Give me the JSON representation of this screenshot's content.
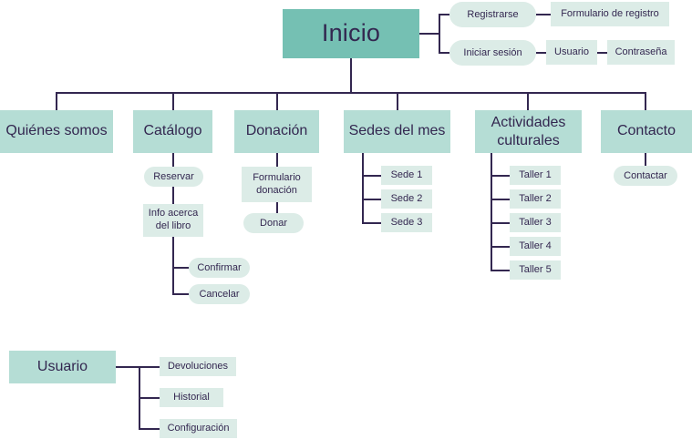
{
  "diagram": {
    "title": "Inicio",
    "root": {
      "label": "Inicio"
    },
    "auth": {
      "register": {
        "label": "Registrarse"
      },
      "register_form": {
        "label": "Formulario de registro"
      },
      "login": {
        "label": "Iniciar sesión"
      },
      "login_user": {
        "label": "Usuario"
      },
      "login_password": {
        "label": "Contraseña"
      }
    },
    "sections": [
      {
        "label": "Quiénes somos"
      },
      {
        "label": "Catálogo"
      },
      {
        "label": "Donación"
      },
      {
        "label": "Sedes del mes"
      },
      {
        "label": "Actividades culturales"
      },
      {
        "label": "Contacto"
      }
    ],
    "catalogo": {
      "reservar": {
        "label": "Reservar"
      },
      "info_libro": {
        "label": "Info acerca del libro"
      },
      "confirmar": {
        "label": "Confirmar"
      },
      "cancelar": {
        "label": "Cancelar"
      }
    },
    "donacion": {
      "formulario": {
        "label": "Formulario donación"
      },
      "donar": {
        "label": "Donar"
      }
    },
    "sedes": [
      {
        "label": "Sede 1"
      },
      {
        "label": "Sede 2"
      },
      {
        "label": "Sede 3"
      }
    ],
    "talleres": [
      {
        "label": "Taller 1"
      },
      {
        "label": "Taller 2"
      },
      {
        "label": "Taller 3"
      },
      {
        "label": "Taller 4"
      },
      {
        "label": "Taller 5"
      }
    ],
    "contacto": {
      "contactar": {
        "label": "Contactar"
      }
    },
    "usuario": {
      "root": {
        "label": "Usuario"
      },
      "items": [
        {
          "label": "Devoluciones"
        },
        {
          "label": "Historial"
        },
        {
          "label": "Configuración"
        }
      ]
    },
    "colors": {
      "root_fill": "#75c0b3",
      "section_fill": "#b5ddd5",
      "leaf_fill": "#dcece7",
      "line": "#332750",
      "text": "#332750",
      "background": "#ffffff"
    }
  }
}
